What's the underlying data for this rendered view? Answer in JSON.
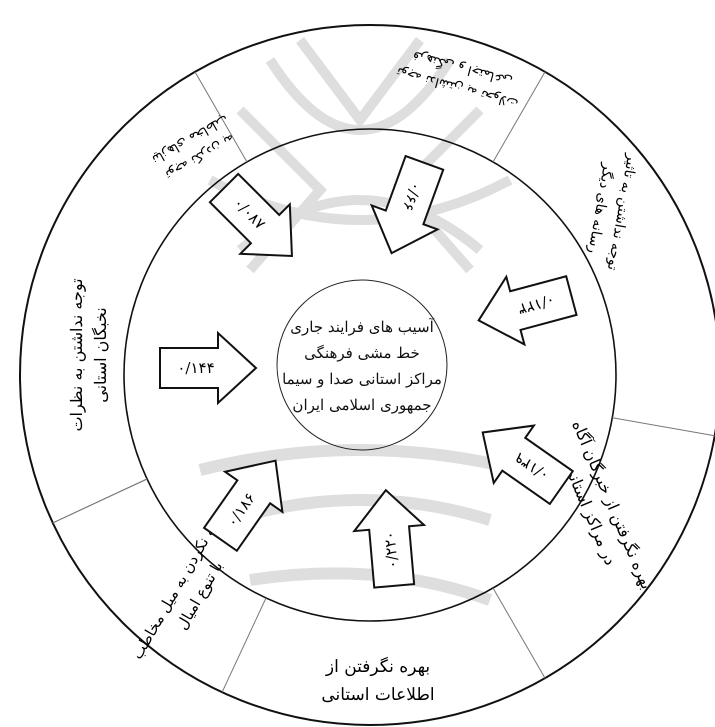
{
  "center": {
    "lines": [
      "آسیب های فرایند جاری",
      "خط مشی فرهنگی",
      "مراکز استانی صدا و سیما",
      "جمهوری اسلامی ایران"
    ]
  },
  "sectors": [
    {
      "lines": [
        "توجه نداشتن به نظرات",
        "نخبگان استانی"
      ]
    },
    {
      "lines": [
        "توجه نکردن به میل مخاطب",
        "با تنوع امیال"
      ]
    },
    {
      "lines": [
        "بهره نگرفتن از",
        "اطلاعات استانی"
      ]
    },
    {
      "lines": [
        "بهره نگرفتن از خبرگان آگاه",
        "در مراکز استانی"
      ]
    },
    {
      "lines": [
        "توجه نداشتن به تاثیر",
        "رسانه های دیگر"
      ]
    },
    {
      "lines": [
        "توجه نداشتن به تحولات",
        "فرهنگی و اجتماعی"
      ]
    },
    {
      "lines": [
        "توجه نکردن به",
        "نیازهای مخاطب"
      ]
    }
  ],
  "arrows": [
    {
      "value": "۰/۱۴۴"
    },
    {
      "value": "۰/۱۸۶"
    },
    {
      "value": "۰/۲۲۰"
    },
    {
      "value": "۰/۱۳۹"
    },
    {
      "value": "۰/۱۲۳"
    },
    {
      "value": "۰/۶۶"
    },
    {
      "value": "۰/۰۸۷"
    }
  ],
  "colors": {
    "stroke": "#111111",
    "background": "#ffffff",
    "watermark": "#d9d9d9"
  }
}
